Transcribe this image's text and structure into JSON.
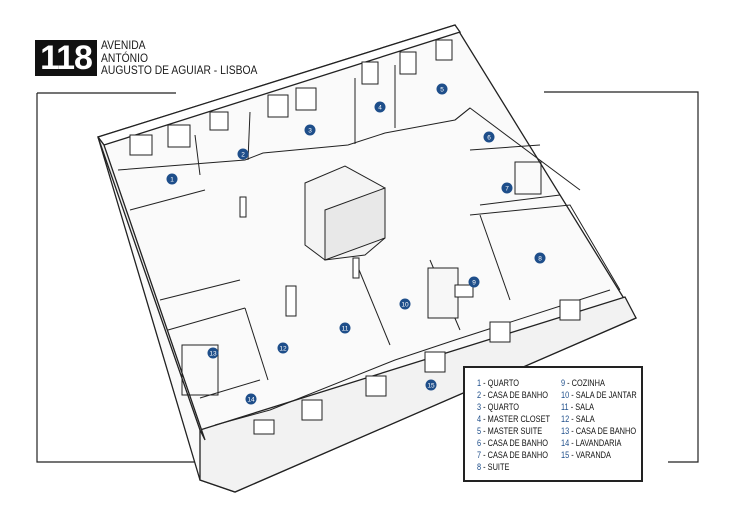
{
  "header": {
    "number": "118",
    "address_lines": [
      "AVENIDA",
      "ANTÓNIO",
      "AUGUSTO DE AGUIAR - LISBOA"
    ]
  },
  "colors": {
    "marker": "#1e4e8a",
    "walls": "#222222",
    "floor": "#ffffff"
  },
  "markers": [
    "1",
    "2",
    "3",
    "4",
    "5",
    "6",
    "7",
    "8",
    "9",
    "10",
    "11",
    "12",
    "13",
    "14",
    "15"
  ],
  "legend": {
    "items": [
      {
        "num": "1",
        "name": "QUARTO"
      },
      {
        "num": "2",
        "name": "CASA DE BANHO"
      },
      {
        "num": "3",
        "name": "QUARTO"
      },
      {
        "num": "4",
        "name": "MASTER CLOSET"
      },
      {
        "num": "5",
        "name": "MASTER SUITE"
      },
      {
        "num": "6",
        "name": "CASA DE BANHO"
      },
      {
        "num": "7",
        "name": "CASA DE BANHO"
      },
      {
        "num": "8",
        "name": "SUITE"
      },
      {
        "num": "9",
        "name": "COZINHA"
      },
      {
        "num": "10",
        "name": "SALA DE JANTAR"
      },
      {
        "num": "11",
        "name": "SALA"
      },
      {
        "num": "12",
        "name": "SALA"
      },
      {
        "num": "13",
        "name": "CASA DE BANHO"
      },
      {
        "num": "14",
        "name": "LAVANDARIA"
      },
      {
        "num": "15",
        "name": "VARANDA"
      }
    ]
  }
}
